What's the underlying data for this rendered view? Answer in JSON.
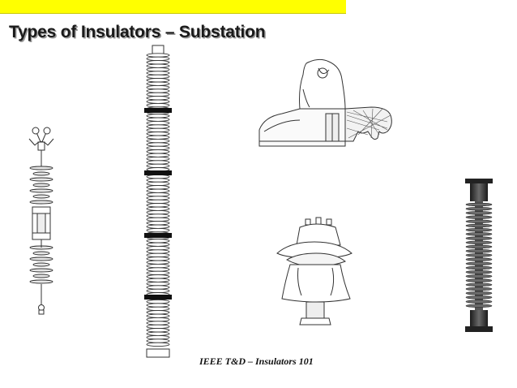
{
  "slide": {
    "title": "Types of Insulators – Substation",
    "footer": "IEEE T&D – Insulators 101",
    "accent_bar_color": "#ffff00"
  },
  "figures": [
    {
      "name": "suspension-insulator-string-drawing"
    },
    {
      "name": "long-station-post-insulator-drawing"
    },
    {
      "name": "cap-and-pin-insulator-cutaway-drawing"
    },
    {
      "name": "pin-type-post-insulator-drawing"
    },
    {
      "name": "polymer-post-insulator-photo"
    }
  ]
}
